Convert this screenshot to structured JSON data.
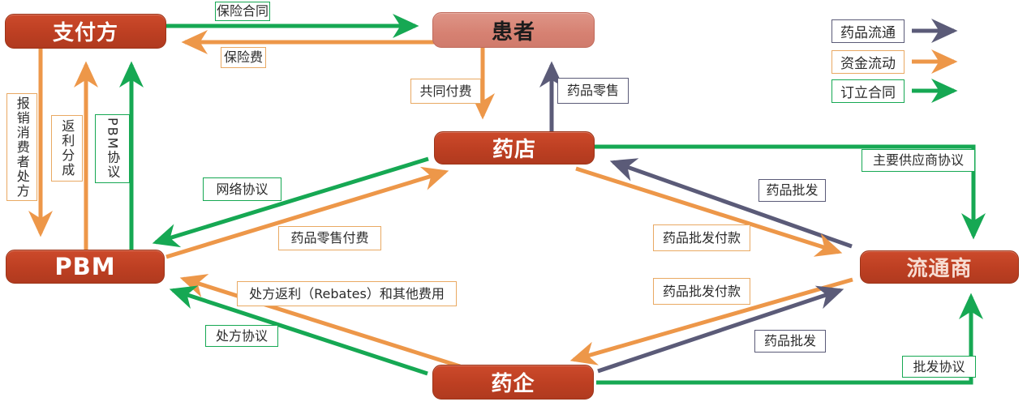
{
  "colors": {
    "drug_flow": "#5B5B78",
    "money_flow": "#ED9749",
    "contract_flow": "#16A853",
    "node_red": "#BD3F22",
    "node_pink": "#D68172"
  },
  "nodes": {
    "payer": "支付方",
    "patient": "患者",
    "pharmacy": "药店",
    "pbm": "PBM",
    "distributor": "流通商",
    "pharma": "药企"
  },
  "labels": {
    "insurance_contract": "保险合同",
    "insurance_premium": "保险费",
    "copay": "共同付费",
    "drug_retail": "药品零售",
    "reimburse_consumer_rx": "报销消费者处方",
    "rebate_share": "返利分成",
    "pbm_agreement": "PBM协议",
    "network_agreement": "网络协议",
    "drug_retail_payment": "药品零售付费",
    "rx_rebates_fees": "处方返利（Rebates）和其他费用",
    "rx_agreement": "处方协议",
    "wholesale_top": "药品批发",
    "wholesale_payment_top": "药品批发付款",
    "wholesale_payment_bottom": "药品批发付款",
    "wholesale_bottom": "药品批发",
    "main_supplier_agreement": "主要供应商协议",
    "wholesale_agreement": "批发协议"
  },
  "legend": [
    {
      "label": "药品流通",
      "type": "drug-flow"
    },
    {
      "label": "资金流动",
      "type": "money-flow"
    },
    {
      "label": "订立合同",
      "type": "contract-flow"
    }
  ]
}
